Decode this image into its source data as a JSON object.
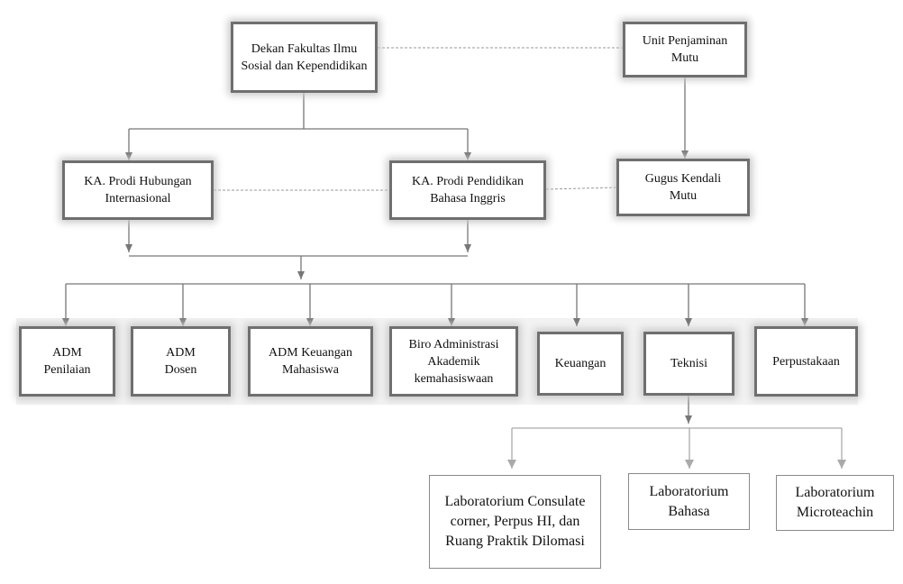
{
  "nodes": {
    "dekan": "Dekan Fakultas Ilmu Sosial dan Kependidikan",
    "unit_penjaminan": "Unit Penjaminan Mutu",
    "ka_prodi_hi": "KA. Prodi Hubungan Internasional",
    "ka_prodi_pbi": "KA. Prodi Pendidikan Bahasa Inggris",
    "gugus_kendali": "Gugus Kendali Mutu",
    "adm_penilaian": "ADM Penilaian",
    "adm_dosen": "ADM Dosen",
    "adm_keuangan": "ADM Keuangan Mahasiswa",
    "biro_admin": "Biro Administrasi Akademik kemahasiswaan",
    "keuangan": "Keuangan",
    "teknisi": "Teknisi",
    "perpustakaan": "Perpustakaan",
    "lab_consulate": "Laboratorium Consulate corner, Perpus HI, dan Ruang Praktik Dilomasi",
    "lab_bahasa": "Laboratorium Bahasa",
    "lab_microteaching": "Laboratorium Microteachin"
  },
  "colors": {
    "box_border": "#6f6f6f",
    "connector": "#777777",
    "dashed": "#999999"
  }
}
